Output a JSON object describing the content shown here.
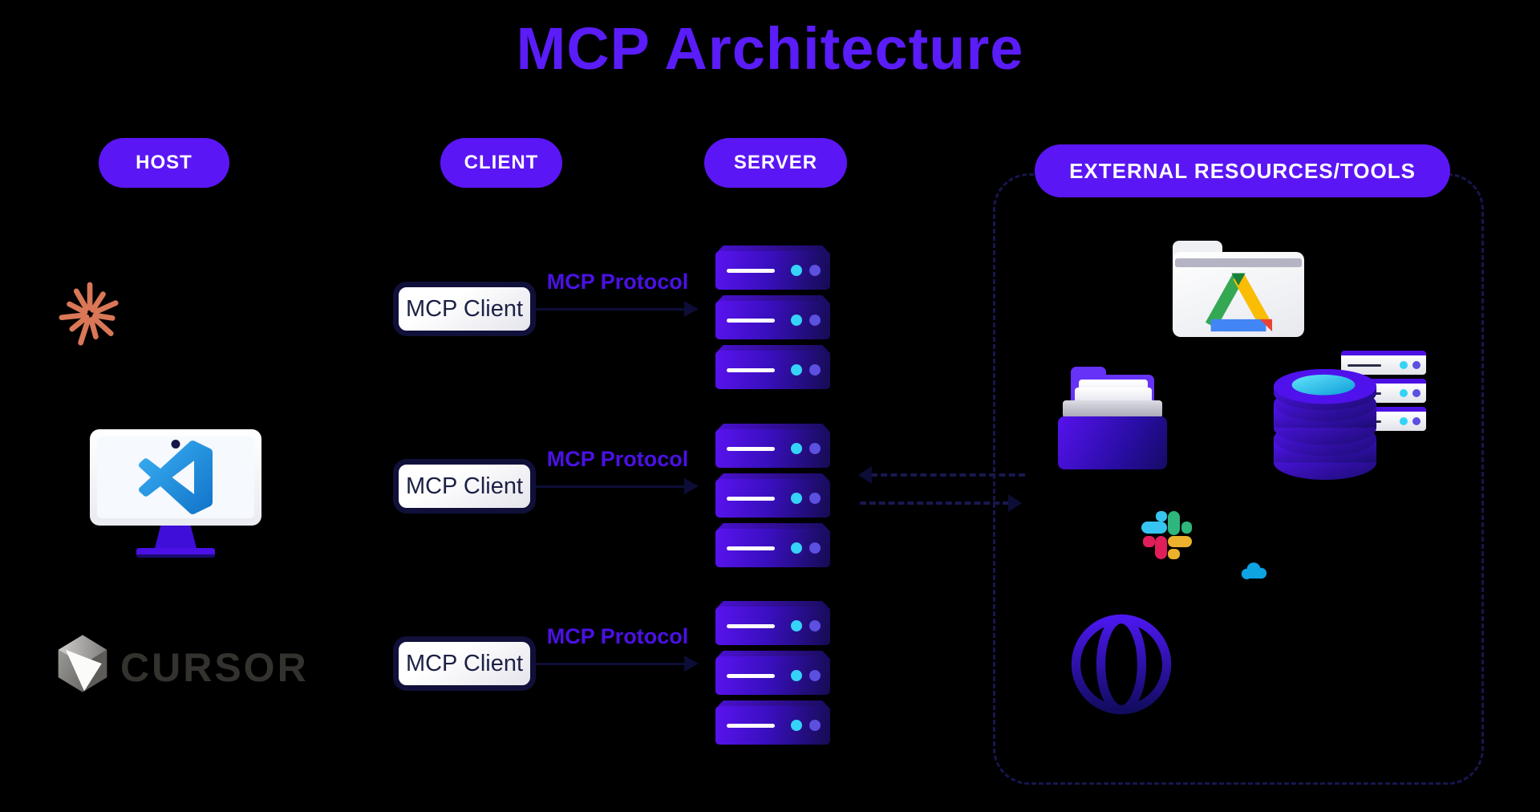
{
  "title": "MCP Architecture",
  "pills": {
    "host": "HOST",
    "client": "CLIENT",
    "server": "SERVER",
    "external": "EXTERNAL RESOURCES/TOOLS"
  },
  "rows": [
    {
      "host_icon": "claude-logo",
      "client_label": "MCP Client",
      "protocol_label": "MCP Protocol"
    },
    {
      "host_icon": "vscode-monitor",
      "client_label": "MCP Client",
      "protocol_label": "MCP Protocol"
    },
    {
      "host_icon": "cursor-logo",
      "client_label": "MCP Client",
      "protocol_label": "MCP Protocol"
    }
  ],
  "cursor_wordmark": "CURSOR",
  "external_icons": [
    "google-drive-folder",
    "purple-folder",
    "database",
    "server-rack",
    "slack",
    "salesforce-cloud",
    "globe"
  ],
  "colors": {
    "background": "#000000",
    "title": "#5a1cf8",
    "pill": "#5b16f5",
    "pill_text": "#ffffff",
    "protocol_label": "#4b11e4",
    "arrow": "#0d0d38",
    "dashed_border": "#16164e",
    "client_box_border": "#10103a",
    "client_box_text": "#1c2145",
    "server_gradient_start": "#5a13f0",
    "server_gradient_end": "#150c52",
    "server_dot_cyan": "#35d3f8",
    "server_dot_violet": "#5b50e0",
    "claude_orange": "#d97757",
    "vscode_blue": "#2f9cf0",
    "cursor_gray": "#34322e",
    "slack_blue": "#36c5f0",
    "slack_green": "#2eb67d",
    "slack_pink": "#e01e5a",
    "slack_yellow": "#ecb22e",
    "salesforce_blue": "#0ea3e3",
    "drive_green": "#34a853",
    "drive_yellow": "#fbbc04",
    "drive_blue": "#4285f4",
    "drive_red": "#ea4335"
  }
}
